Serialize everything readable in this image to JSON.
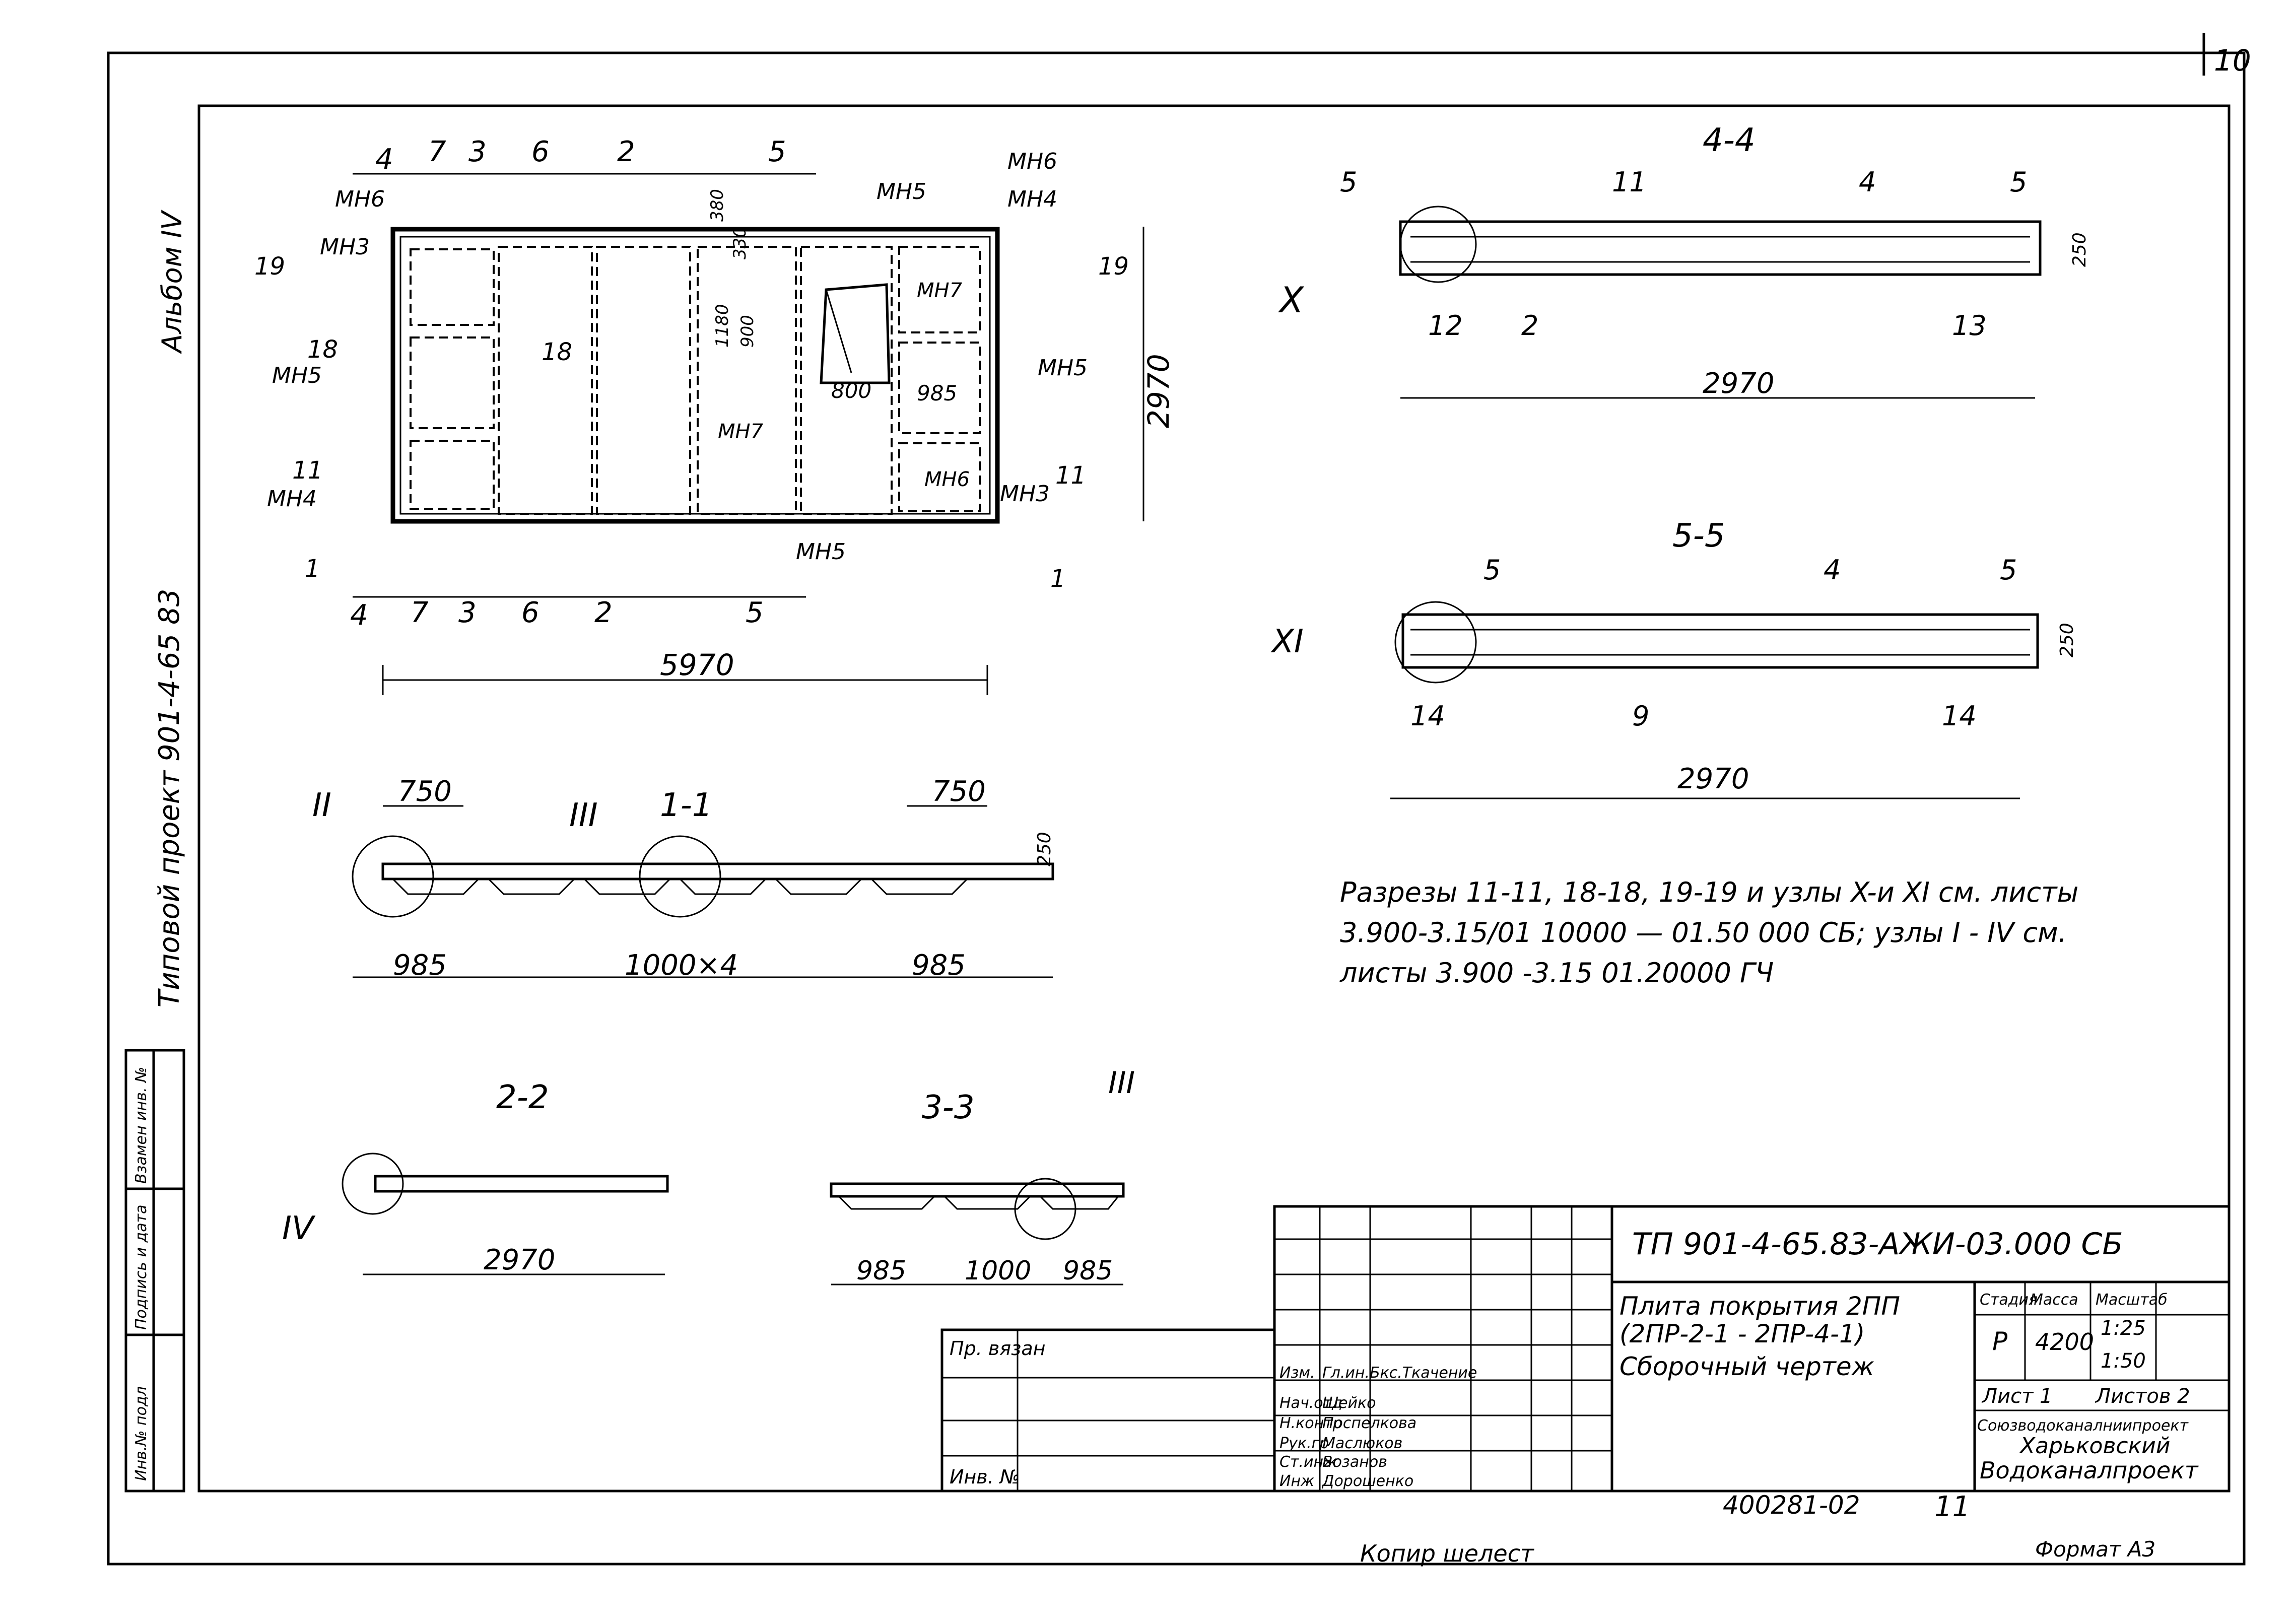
{
  "sheet": {
    "page_number": "10",
    "album": "Альбом IV",
    "project": "Типовой проект 901-4-65 83",
    "copied_by": "Копир шелест",
    "format": "Формат А3",
    "inventory": "400281-02",
    "inventory_sheet": "11"
  },
  "left_strip": {
    "inv_no": "Инв.№ подл",
    "sign_date": "Подпись и дата",
    "replaced_inv": "Взамен инв. №"
  },
  "plan": {
    "dim_length": "5970",
    "dim_width": "2970",
    "top_sections": [
      "4",
      "7",
      "3",
      "6",
      "2",
      "5"
    ],
    "bottom_sections": [
      "4",
      "7",
      "3",
      "6",
      "2",
      "5"
    ],
    "marks": [
      "МН6",
      "МН5",
      "МН6",
      "МН4",
      "МН3",
      "МН5",
      "МН4",
      "МН7",
      "МН7",
      "МН6",
      "МН3",
      "МН5",
      "МН5"
    ],
    "section_marks": [
      "19",
      "18",
      "11",
      "1",
      "19",
      "18",
      "11",
      "1"
    ],
    "opening_dims": [
      "380",
      "330",
      "1180",
      "900",
      "800",
      "985"
    ]
  },
  "section_1_1": {
    "title": "1-1",
    "dims_top": [
      "750",
      "750"
    ],
    "dims_bottom": [
      "985",
      "1000×4",
      "985"
    ],
    "height": "250",
    "nodes": [
      "II",
      "III"
    ]
  },
  "section_2_2": {
    "title": "2-2",
    "dim": "2970",
    "node": "IV"
  },
  "section_3_3": {
    "title": "3-3",
    "dims": [
      "985",
      "1000",
      "985"
    ],
    "node": "III"
  },
  "section_4_4": {
    "title": "4-4",
    "dim": "2970",
    "height": "250",
    "node": "X",
    "positions_top": [
      "5",
      "11",
      "4",
      "5"
    ],
    "positions_bottom": [
      "12",
      "2",
      "13"
    ]
  },
  "section_5_5": {
    "title": "5-5",
    "dim": "2970",
    "height": "250",
    "node": "XI",
    "positions_top": [
      "5",
      "4",
      "5"
    ],
    "positions_bottom": [
      "14",
      "9",
      "14"
    ]
  },
  "note": {
    "line1": "Разрезы 11-11, 18-18, 19-19 и узлы X-и XI см. листы",
    "line2": "3.900-3.15/01 10000 — 01.50 000 СБ; узлы I - IV см.",
    "line3": "листы 3.900 -3.15 01.20000 ГЧ"
  },
  "title_block": {
    "code": "ТП 901-4-65.83-АЖИ-03.000 СБ",
    "name_line1": "Плита покрытия 2ПП",
    "name_line2": "(2ПР-2-1 - 2ПР-4-1)",
    "name_line3": "Сборочный чертеж",
    "stage_header": "Стадия",
    "mass_header": "Масса",
    "scale_header": "Масштаб",
    "stage": "Р",
    "mass": "4200",
    "scale1": "1:25",
    "scale2": "1:50",
    "sheet_label": "Лист 1",
    "sheets_label": "Листов 2",
    "org1": "Союзводоканалниипроект",
    "org2": "Харьковский",
    "org3": "Водоканалпроект",
    "prim_label": "Пр. вязан",
    "inv_label": "Инв. №",
    "staff": [
      {
        "role": "Изм.",
        "name": "Гл.ин.Бкс.Ткачение"
      },
      {
        "role": "Нач.отд",
        "name": "Шейко"
      },
      {
        "role": "Н.контр",
        "name": "Поспелкова"
      },
      {
        "role": "Рук.гр",
        "name": "Маслюков"
      },
      {
        "role": "Ст.инж",
        "name": "Возанов"
      },
      {
        "role": "Инж",
        "name": "Дорошенко"
      }
    ]
  }
}
